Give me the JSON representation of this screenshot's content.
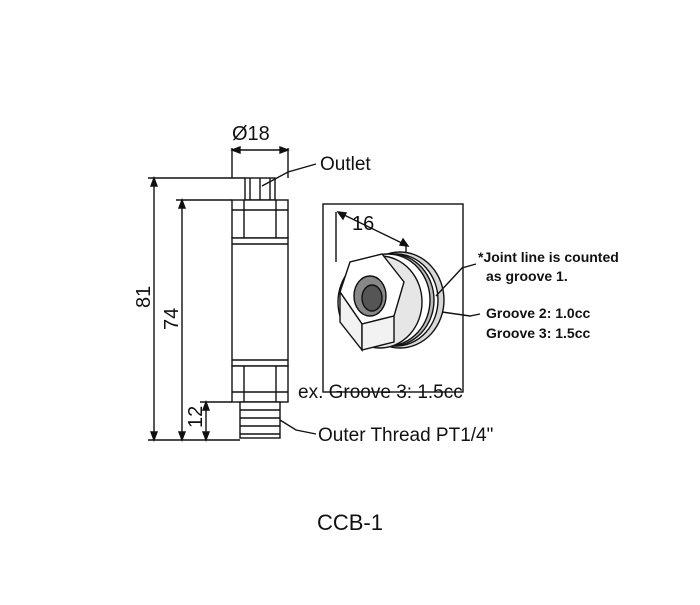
{
  "diagram": {
    "title": "CCB-1",
    "dimensions": {
      "diameter": "Ø18",
      "overall_height": "81",
      "body_height": "74",
      "thread_length": "12",
      "nut_width": "16"
    },
    "labels": {
      "outlet": "Outlet",
      "outer_thread": "Outer Thread PT1/4\"",
      "joint_note_line1": "*Joint line is counted",
      "joint_note_line2": "as groove 1.",
      "groove2": "Groove 2: 1.0cc",
      "groove3": "Groove 3: 1.5cc",
      "example": "ex. Groove 3: 1.5cc"
    },
    "colors": {
      "line": "#111111",
      "shade": "#bbbbbb",
      "hole": "#888888"
    }
  }
}
